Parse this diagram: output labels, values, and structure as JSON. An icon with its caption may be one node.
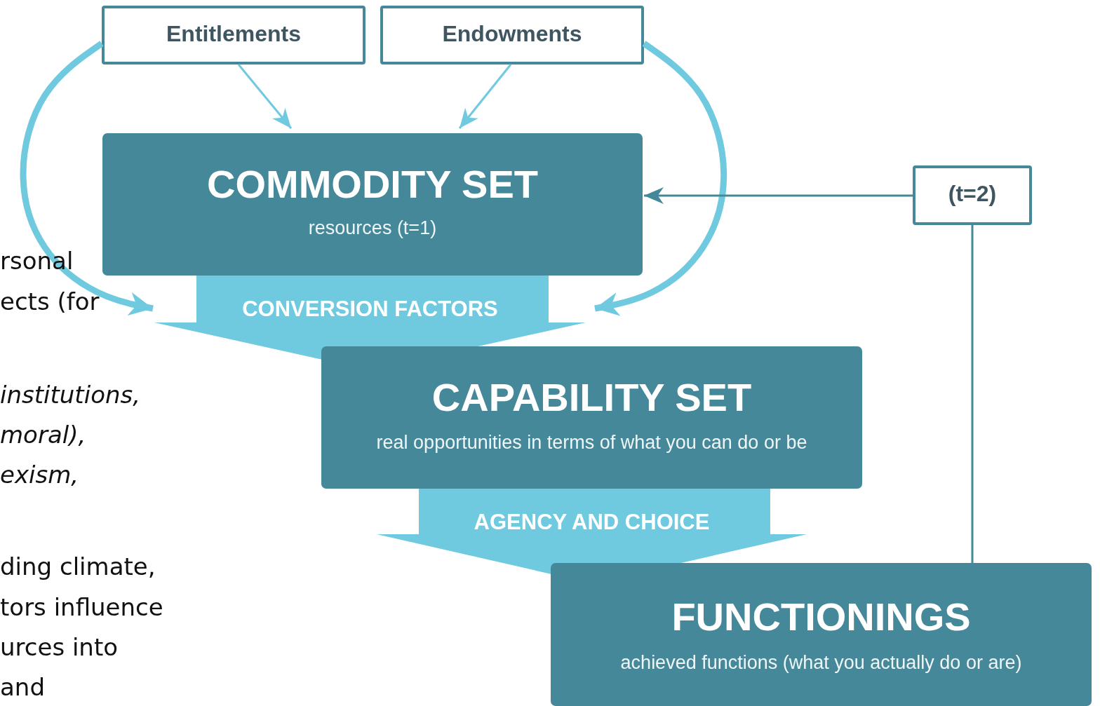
{
  "diagram": {
    "nodes": [
      {
        "text": [
          "Entitlements"
        ]
      },
      {
        "text": [
          "Endowments"
        ]
      },
      {
        "text": [
          "COMMODITY SET",
          "resources (t=1)"
        ]
      },
      {
        "text": [
          "CONVERSION FACTORS"
        ]
      },
      {
        "text": [
          "CAPABILITY SET",
          "real opportunities in terms of what you can do or be"
        ]
      },
      {
        "text": [
          "AGENCY AND CHOICE"
        ]
      },
      {
        "text": [
          "(t=2)"
        ]
      },
      {
        "text": [
          "FUNCTIONINGS",
          "achieved functions (what you actually do or are)"
        ]
      }
    ],
    "edges": [
      {
        "from": 0,
        "to": 2,
        "arrow": "to"
      },
      {
        "from": 1,
        "to": 2,
        "arrow": "to"
      },
      {
        "from": 0,
        "to": 3,
        "arrow": "to",
        "style": "thick"
      },
      {
        "from": 1,
        "to": 3,
        "arrow": "to",
        "style": "thick"
      },
      {
        "from": 6,
        "to": 2,
        "arrow": "to",
        "color": "#458899"
      },
      {
        "from": 7,
        "to": 6,
        "arrow": "none",
        "color": "#458899"
      }
    ],
    "labels": [
      "rsonal",
      "ects (for",
      "*institutions,*",
      "*moral),*",
      "*exism,*",
      "ding climate,",
      "tors influence",
      "urces into",
      "and"
    ]
  }
}
